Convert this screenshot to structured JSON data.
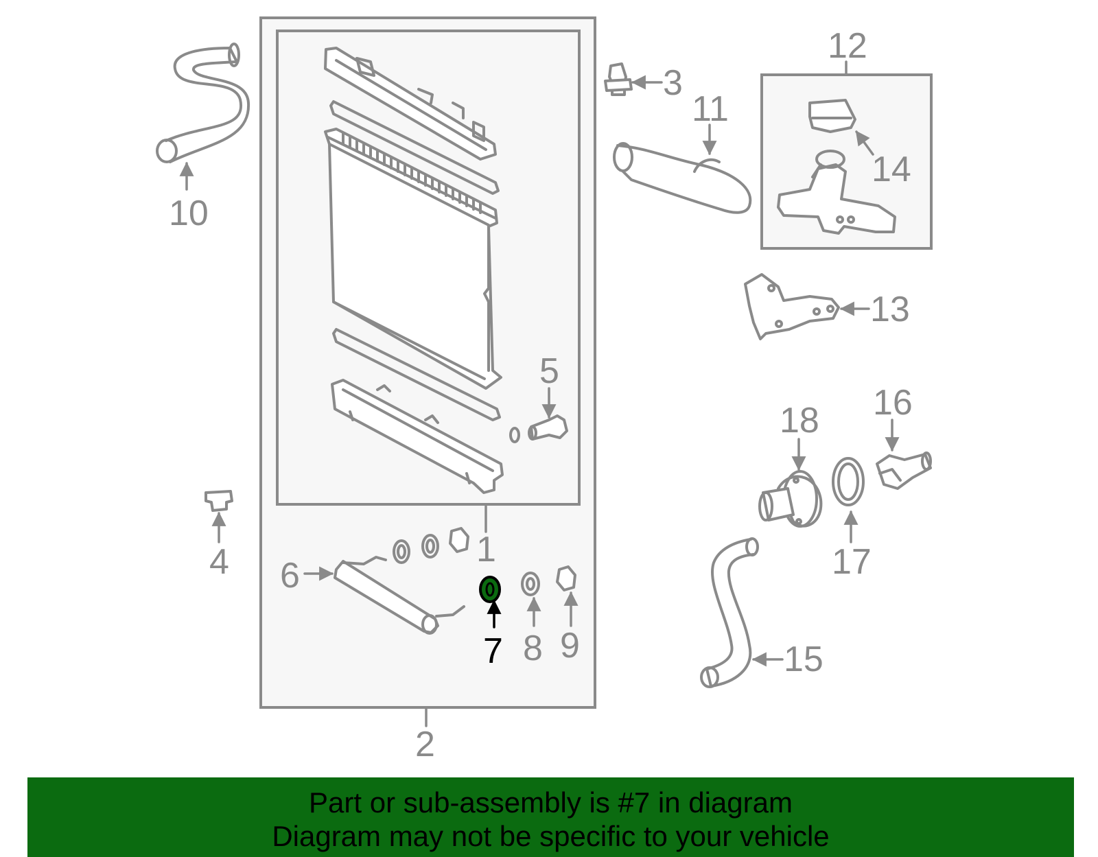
{
  "callouts": {
    "c1": "1",
    "c2": "2",
    "c3": "3",
    "c4": "4",
    "c5": "5",
    "c6": "6",
    "c7": "7",
    "c8": "8",
    "c9": "9",
    "c10": "10",
    "c11": "11",
    "c12": "12",
    "c13": "13",
    "c14": "14",
    "c15": "15",
    "c16": "16",
    "c17": "17",
    "c18": "18"
  },
  "highlight": {
    "part": "7",
    "color": "#0b6b10"
  },
  "notice": {
    "line1": "Part or sub-assembly is #7 in diagram",
    "line2": "Diagram may not be specific to your vehicle",
    "background": "#0b6b10"
  },
  "colors": {
    "line": "#8a8a8a",
    "box_fill": "#f7f7f7"
  }
}
